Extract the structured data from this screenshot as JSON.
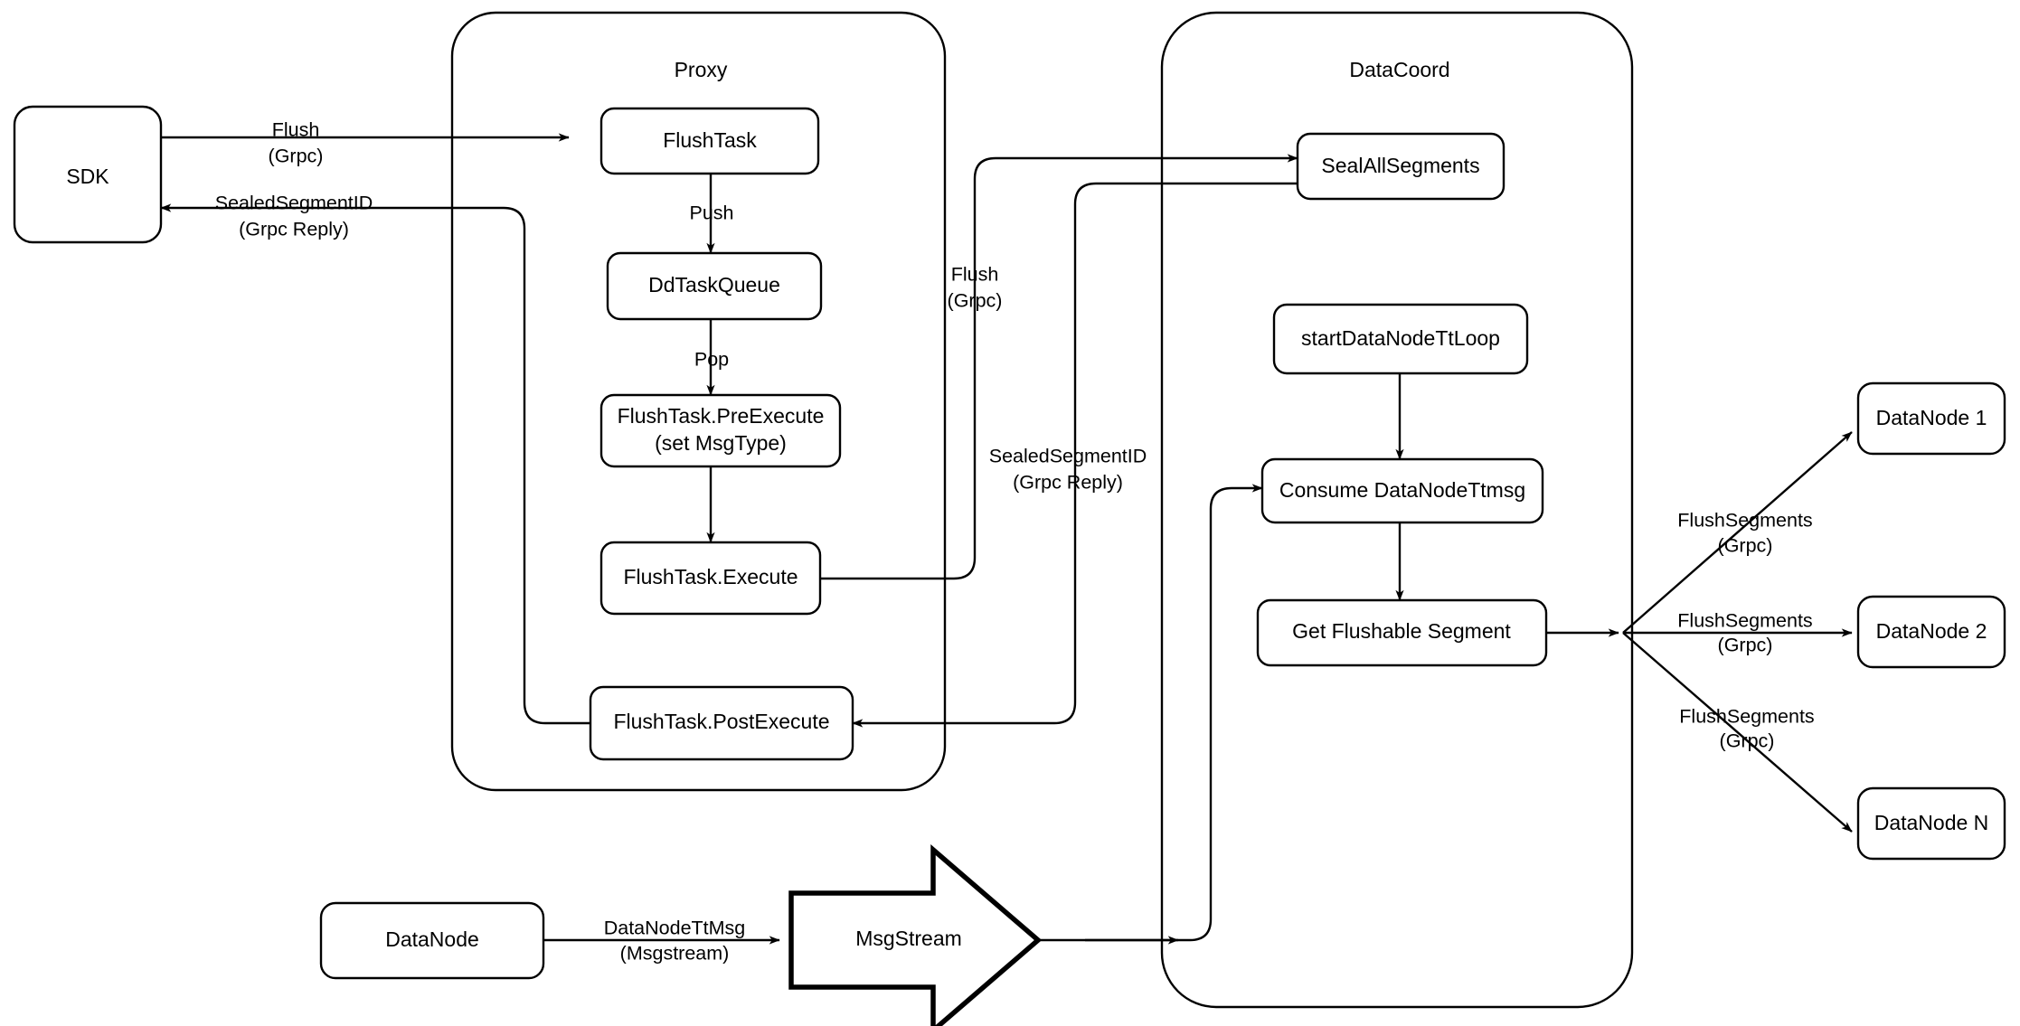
{
  "diagram": {
    "title_visible": false,
    "stroke_color": "#000000",
    "fill_color": "#ffffff",
    "groups": [
      {
        "id": "proxy",
        "label": "Proxy"
      },
      {
        "id": "datacoord",
        "label": "DataCoord"
      }
    ],
    "nodes": [
      {
        "id": "sdk",
        "label": "SDK"
      },
      {
        "id": "flushtask",
        "label": "FlushTask"
      },
      {
        "id": "ddtaskqueue",
        "label": "DdTaskQueue"
      },
      {
        "id": "preexecute_l1",
        "label": "FlushTask.PreExecute"
      },
      {
        "id": "preexecute_l2",
        "label": "(set MsgType)"
      },
      {
        "id": "execute",
        "label": "FlushTask.Execute"
      },
      {
        "id": "postexecute",
        "label": "FlushTask.PostExecute"
      },
      {
        "id": "sealallsegments",
        "label": "SealAllSegments"
      },
      {
        "id": "startttloop",
        "label": "startDataNodeTtLoop"
      },
      {
        "id": "consumettmsg",
        "label": "Consume DataNodeTtmsg"
      },
      {
        "id": "getflushable",
        "label": "Get Flushable Segment"
      },
      {
        "id": "datanode1",
        "label": "DataNode 1"
      },
      {
        "id": "datanode2",
        "label": "DataNode 2"
      },
      {
        "id": "datanodeN",
        "label": "DataNode N"
      },
      {
        "id": "datanode_src",
        "label": "DataNode"
      },
      {
        "id": "msgstream",
        "label": "MsgStream"
      }
    ],
    "edge_labels": {
      "sdk_to_proxy_l1": "Flush",
      "sdk_to_proxy_l2": "(Grpc)",
      "proxy_to_sdk_l1": "SealedSegmentID",
      "proxy_to_sdk_l2": "(Grpc Reply)",
      "push": "Push",
      "pop": "Pop",
      "proxy_to_coord_l1": "Flush",
      "proxy_to_coord_l2": "(Grpc)",
      "coord_to_proxy_l1": "SealedSegmentID",
      "coord_to_proxy_l2": "(Grpc Reply)",
      "flushsegments1_l1": "FlushSegments",
      "flushsegments1_l2": "(Grpc)",
      "flushsegments2_l1": "FlushSegments",
      "flushsegments2_l2": "(Grpc)",
      "flushsegments3_l1": "FlushSegments",
      "flushsegments3_l2": "(Grpc)",
      "ttmsg_l1": "DataNodeTtMsg",
      "ttmsg_l2": "(Msgstream)"
    }
  }
}
